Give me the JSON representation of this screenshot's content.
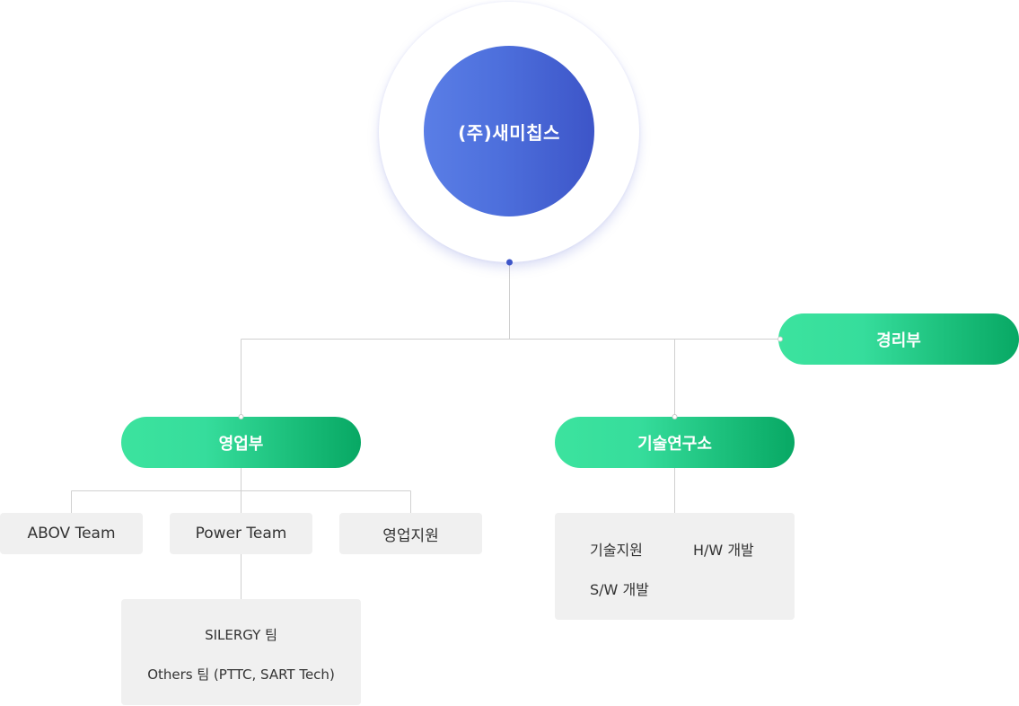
{
  "root": {
    "label": "(주)새미칩스"
  },
  "departments": {
    "admin": {
      "label": "경리부"
    },
    "sales": {
      "label": "영업부",
      "teams": {
        "abov": "ABOV Team",
        "power": "Power Team",
        "support": "영업지원"
      },
      "power_subteams": {
        "silergy": "SILERGY 팀",
        "others": "Others 팀 (PTTC, SART Tech)"
      }
    },
    "rnd": {
      "label": "기술연구소",
      "items": {
        "tech_support": "기술지원",
        "hw_dev": "H/W 개발",
        "sw_dev": "S/W 개발"
      }
    }
  },
  "colors": {
    "root_gradient_start": "#5a7ee6",
    "root_gradient_end": "#3d55c8",
    "dept_gradient_start": "#3ce39e",
    "dept_gradient_end": "#08a864",
    "connector": "#d0d0d0",
    "box_background": "#f0f0f0"
  }
}
